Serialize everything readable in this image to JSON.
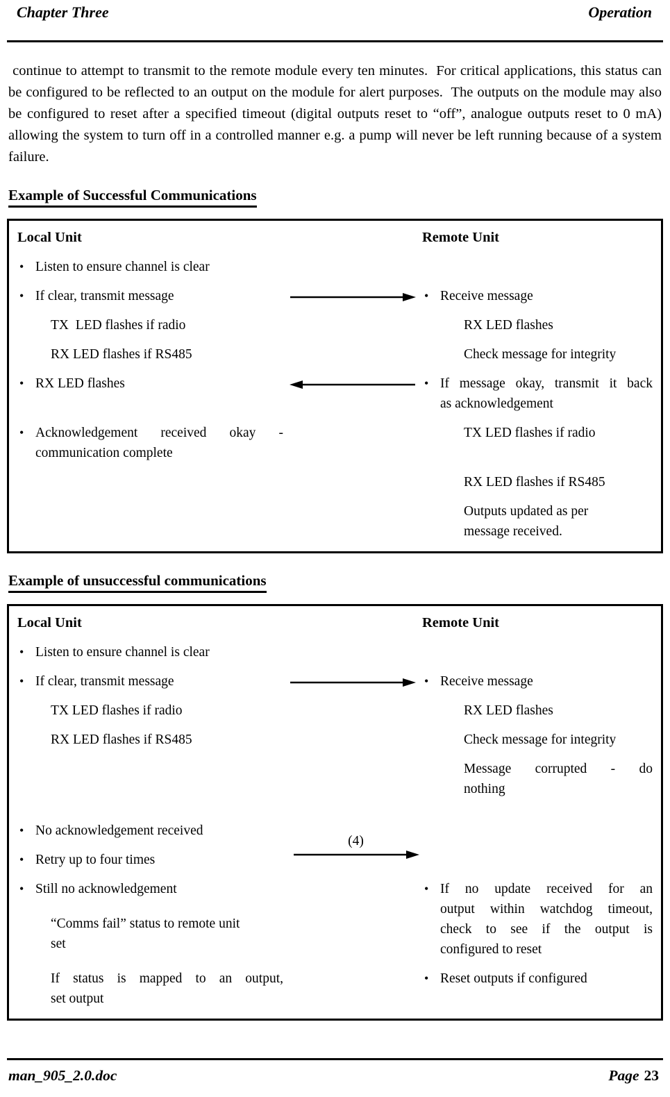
{
  "glyphs": {
    "bullet": "•"
  },
  "header": {
    "chapter": "Chapter Three",
    "section": "Operation"
  },
  "intro": " continue to attempt to transmit to the remote module every ten minutes.  For critical applications, this status can be configured to be reflected to an output on the module for alert purposes.  The outputs on the module may also be configured to reset after a specified timeout (digital outputs reset to “off”, analogue outputs reset to 0 mA)  allowing the system to turn off in a controlled manner e.g. a pump will never be left running because of a system failure.",
  "success": {
    "heading": "Example of Successful Communications",
    "local_header": "Local Unit",
    "remote_header": "Remote Unit",
    "rows": {
      "r1_left": "Listen to ensure channel is clear",
      "r2_left": "If clear, transmit message",
      "r2_right": "Receive message",
      "r3_left": "TX  LED flashes if radio",
      "r3_right": "RX LED flashes",
      "r4_left": "RX LED flashes if RS485",
      "r4_right": "Check message for integrity",
      "r5_left": "RX LED flashes",
      "r5_right": [
        "If message okay, transmit it back",
        "as acknowledgement"
      ],
      "r6_left": [
        "Acknowledgement received okay -",
        "communication complete"
      ],
      "r6_right": "TX LED flashes if radio",
      "r7_right": "RX LED flashes if RS485",
      "r8_right": [
        "Outputs updated as per",
        "message received."
      ]
    }
  },
  "fail": {
    "heading": "Example of unsuccessful communications",
    "local_header": "Local Unit",
    "remote_header": "Remote Unit",
    "rows": {
      "r1_left": "Listen to ensure channel is clear",
      "r2_left": "If clear, transmit message",
      "r2_right": "Receive message",
      "r3_left": "TX LED flashes if radio",
      "r3_right": "RX LED flashes",
      "r4_left": "RX LED flashes if RS485",
      "r4_right": "Check message for integrity",
      "r5_right": [
        "Message corrupted - do",
        "nothing"
      ],
      "r6_left": "No acknowledgement received",
      "r7_left": "Retry up to four times",
      "r7_label": "(4)",
      "r8_left": "Still no acknowledgement",
      "r8_right": [
        "If no update received for an",
        "output within watchdog timeout,",
        "check to see if the output is",
        "configured to reset"
      ],
      "r9_left": [
        "“Comms fail” status to remote unit",
        "set"
      ],
      "r10_left": [
        "If status is mapped to an output,",
        "set output"
      ],
      "r10_right": "Reset outputs if configured"
    }
  },
  "footer": {
    "filename": "man_905_2.0.doc",
    "page_label": "Page",
    "page_number": "23"
  }
}
